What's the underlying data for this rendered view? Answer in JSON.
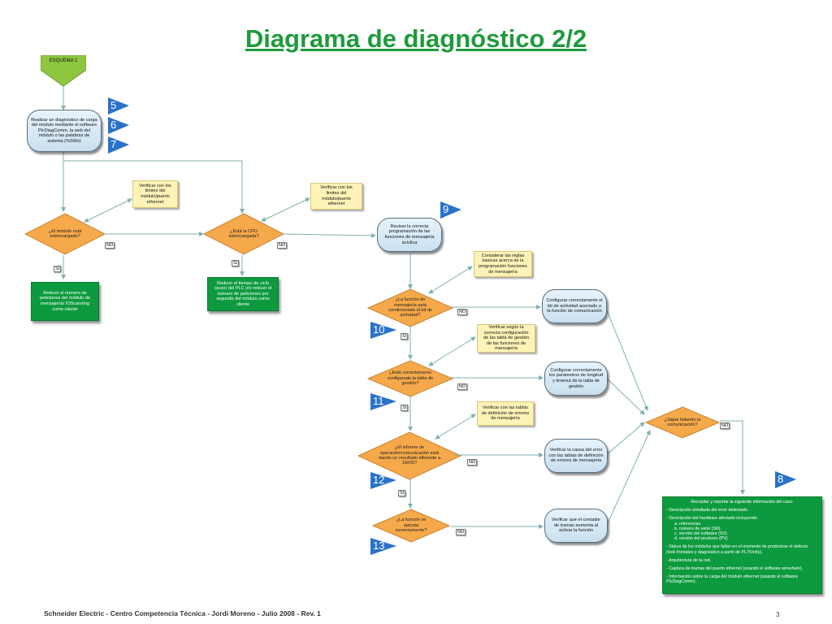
{
  "title": "Diagrama de diagnóstico 2/2",
  "start_label": "ESQUEMA 1",
  "nodes": {
    "realizar": "Realizar un diagnóstico de carga del módulo mediante el software PlcDiagComm, la web del módulo o las palabras de sistema (%SWx)",
    "verif1": "Verificar con los limites del módulo/puerto ethernet",
    "verif2": "Verificar con los limites del módulo/puerto ethernet",
    "q_modulo": "¿El módulo está sobrecargado?",
    "q_cpu": "¿Está la CPU sobrecargada?",
    "reducir1": "Reducir el número de peticiones del módulo de mensajería/ IOScanning como cliente",
    "reducir2": "Reducir el tiempo de ciclo (scan) del PLC y/o reducir el número de peticiones por segundo del módulo como cliente",
    "revisar": "Revisar la correcta programación de las funciones de mensajería acíclica",
    "considerar": "Considerar las reglas básicas acerca de la programación funciones de mensajería",
    "q_funcion": "¿La función de mensajería está condicionada al bit de actividad?",
    "configurar1": "Configurar correctamente el bit de actividad asociado a la función de comunicación",
    "verif_segun": "Verificar según la correcta configuración de las tabla de gestión de las funciones de mensajería",
    "q_tabla": "¿Está correctamente configurada la tabla de gestión?",
    "configurar2": "Configurar correctamente los parámetros de longitud y timeout de la tabla de gestión",
    "verif_tablas": "Verificar con las tablas de definición de errores de mensajería",
    "q_informe": "¿El informe de operación/comunicación está dando un resultado diferente a 16#00?",
    "verif_causa": "Verificar la causa del error con las tablas de definición de errores de mensajería",
    "q_ejecuta": "¿La función se ejecuta correctamente?",
    "verif_contador": "Verificar que el contador de tramas aumenta al activar la función",
    "q_sigue": "¿Sigue fallando la comunicación?"
  },
  "tags": {
    "no": "NO",
    "si": "SÍ"
  },
  "flags": [
    "5",
    "6",
    "7",
    "9",
    "10",
    "11",
    "12",
    "13",
    "8"
  ],
  "report": {
    "title": "Recopilar y reportar  la siguiente información del caso:",
    "items": [
      "- Descripción detallada del error detectado.",
      "- Descripción del hardware afectado incluyendo:",
      "- Status de los módulos que fallan en el momento de producirse el defecto (leds frontales y diagnóstico a partir de PL7/Unity).",
      "- Arquitectura de la red.",
      "- Captura de tramas del puerto ethernet (usando el software  wireshark).",
      "- Información sobre la carga del módulo ethernet (usando el software PlcDiagComm)."
    ],
    "sub_items": [
      "a.    referencias",
      "b.    número de serie (SN)",
      "c.    versión del software (SV)",
      "d.    versión del producto (PV)"
    ]
  },
  "footer": "Schneider Electric  - Centro Competencia Técnica - Jordi Moreno - Julio 2008 - Rev. 1",
  "page_number": "3",
  "colors": {
    "title": "#1f9a3c",
    "diamond": "#f5a94a",
    "green": "#0d9a3e",
    "note": "#fdf3b7",
    "flag": "#2a72c9",
    "line": "#7fb0b0"
  }
}
